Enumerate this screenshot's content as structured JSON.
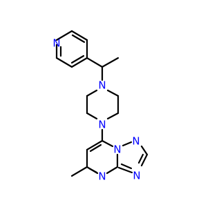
{
  "colors": {
    "bond": "#000000",
    "nitrogen": "#0000ff",
    "background": "#ffffff"
  },
  "atoms": {
    "n_pyridine": "N",
    "n_piperazine_top": "N",
    "n_piperazine_bottom": "N",
    "n_triazole_top": "N",
    "n_triazole_right": "N",
    "n_pyrimidine": "N",
    "n_bridgehead": "N"
  }
}
